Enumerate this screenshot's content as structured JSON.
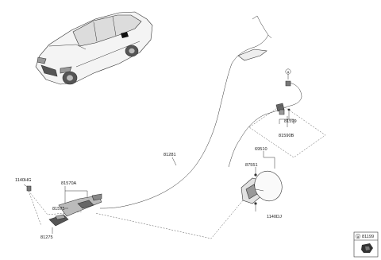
{
  "diagram": {
    "part_labels": {
      "p81281": "81281",
      "p81599": "81599",
      "p81590B": "81590B",
      "p69510": "69510",
      "p87551": "87551",
      "p1140DJ": "1140DJ",
      "p1140HG": "1140HG",
      "p81570A": "81570A",
      "p81575": "81575",
      "p81275": "81275"
    },
    "callout_letter": "a",
    "legend": {
      "letter": "a",
      "part": "81199"
    }
  }
}
